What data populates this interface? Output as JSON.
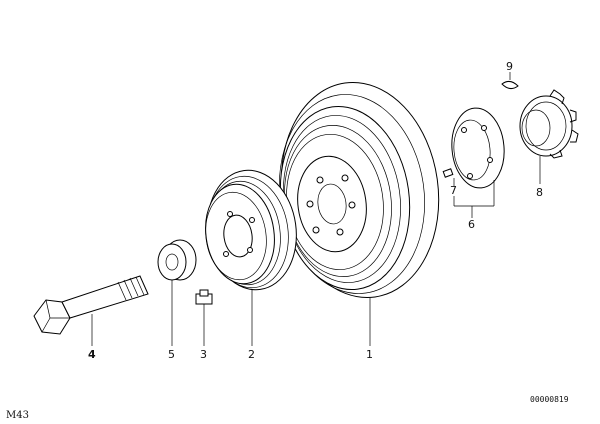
{
  "diagram": {
    "type": "exploded-parts-view",
    "callouts": [
      {
        "id": "c1",
        "text": "1"
      },
      {
        "id": "c2",
        "text": "2"
      },
      {
        "id": "c3",
        "text": "3"
      },
      {
        "id": "c4",
        "text": "4"
      },
      {
        "id": "c5",
        "text": "5"
      },
      {
        "id": "c6",
        "text": "6"
      },
      {
        "id": "c7",
        "text": "7"
      },
      {
        "id": "c8",
        "text": "8"
      },
      {
        "id": "c9",
        "text": "9"
      }
    ],
    "drawing_number": "00000819",
    "ref_code": "M43"
  }
}
